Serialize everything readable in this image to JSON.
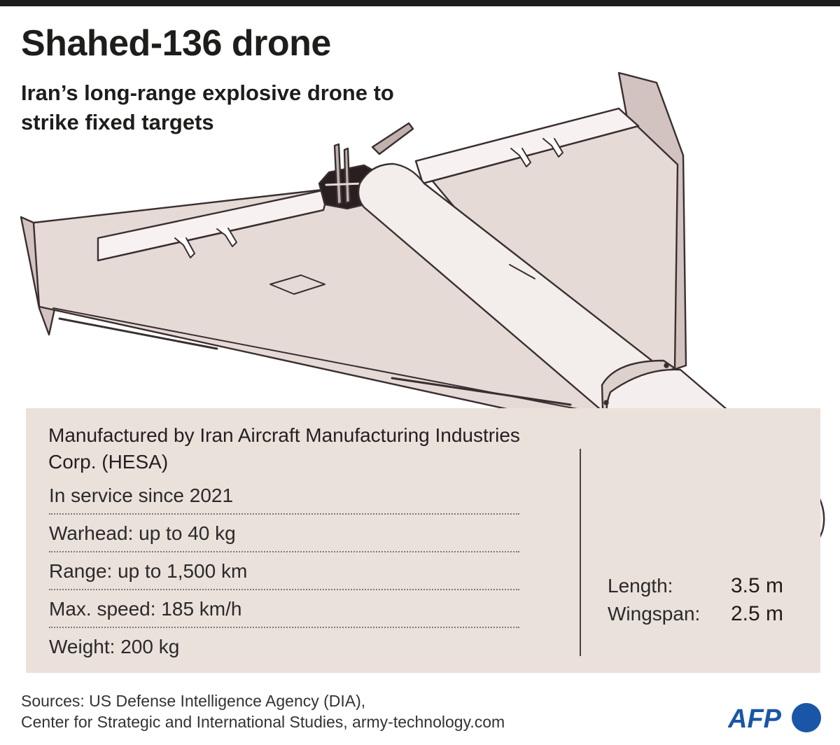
{
  "title": "Shahed-136 drone",
  "subtitle": "Iran’s long-range explosive drone to strike fixed targets",
  "info": {
    "manufacturer": "Manufactured by Iran Aircraft Manufacturing Industries Corp. (HESA)",
    "specs": [
      "In service since 2021",
      "Warhead: up to 40 kg",
      "Range: up to 1,500 km",
      "Max. speed: 185 km/h",
      "Weight: 200 kg"
    ],
    "dimensions": {
      "length_label": "Length:",
      "length_value": "3.5 m",
      "wingspan_label": "Wingspan:",
      "wingspan_value": "2.5 m"
    }
  },
  "sources": {
    "line1": "Sources: US Defense Intelligence Agency (DIA),",
    "line2": "Center for Strategic and International Studies, army-technology.com"
  },
  "logo": {
    "text": "AFP",
    "color": "#1a56a7"
  },
  "colors": {
    "panel": "#ebe1db",
    "drone_wing": "#e6dad6",
    "drone_outline": "#3a2f30"
  }
}
